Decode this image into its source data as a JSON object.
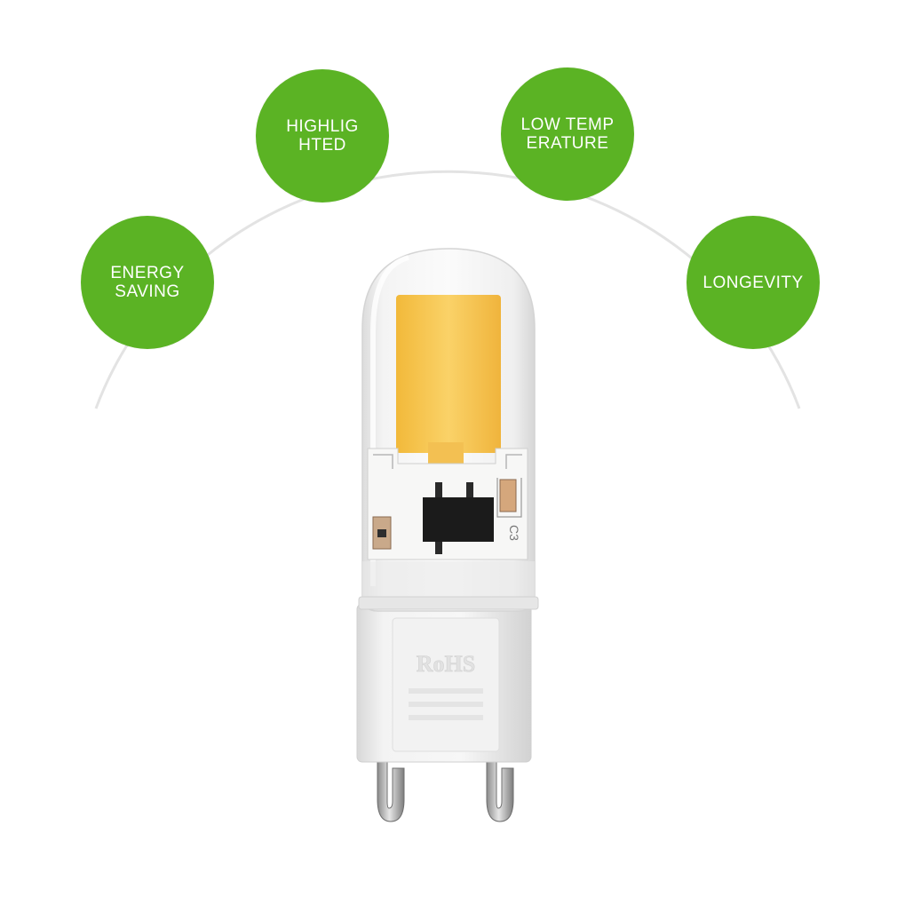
{
  "badges": {
    "energy_saving": "ENERGY\nSAVING",
    "highlighted": "HIGHLIG\nHTED",
    "low_temperature": "LOW TEMP\nERATURE",
    "longevity": "LONGEVITY"
  },
  "bulb": {
    "component_label": "C3",
    "base_mark": "RoHS"
  },
  "colors": {
    "badge_green": "#5bb324",
    "arc_gray": "#e3e3e3",
    "led_yellow": "#f8c94c"
  }
}
